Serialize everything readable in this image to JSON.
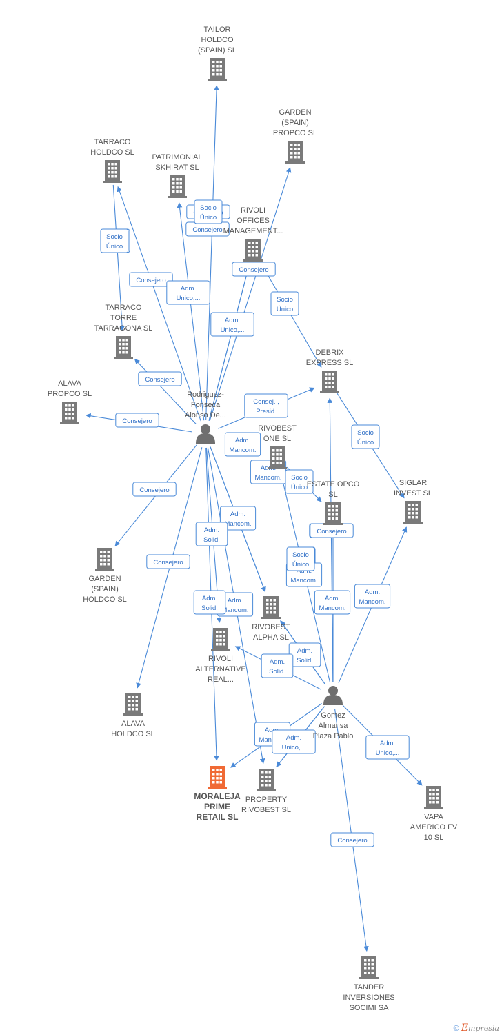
{
  "diagram": {
    "nodes": [
      {
        "id": "tailor",
        "type": "company",
        "lines": [
          "TAILOR",
          "HOLDCO",
          "(SPAIN)  SL"
        ]
      },
      {
        "id": "garden_propco",
        "type": "company",
        "lines": [
          "GARDEN",
          "(SPAIN)",
          "PROPCO  SL"
        ]
      },
      {
        "id": "tarraco_holdco",
        "type": "company",
        "lines": [
          "TARRACO",
          "HOLDCO  SL"
        ]
      },
      {
        "id": "patrimonial",
        "type": "company",
        "lines": [
          "PATRIMONIAL",
          "SKHIRAT  SL"
        ]
      },
      {
        "id": "rivoli_offices",
        "type": "company",
        "lines": [
          "RIVOLI",
          "OFFICES",
          "MANAGEMENT..."
        ]
      },
      {
        "id": "tarraco_torre",
        "type": "company",
        "lines": [
          "TARRACO",
          "TORRE",
          "TARRAGONA  SL"
        ]
      },
      {
        "id": "debrix",
        "type": "company",
        "lines": [
          "DEBRIX",
          "EXPRESS  SL"
        ]
      },
      {
        "id": "alava_propco",
        "type": "company",
        "lines": [
          "ALAVA",
          "PROPCO  SL"
        ]
      },
      {
        "id": "person1",
        "type": "person",
        "lines": [
          "Rodriguez-",
          "Fonseca",
          "Alonso De..."
        ]
      },
      {
        "id": "rivobest_one",
        "type": "company",
        "lines": [
          "RIVOBEST",
          "ONE  SL"
        ]
      },
      {
        "id": "siglar",
        "type": "company",
        "lines": [
          "SIGLAR",
          "INVEST  SL"
        ]
      },
      {
        "id": "estate_opco",
        "type": "company",
        "lines": [
          "ESTATE OPCO",
          "SL"
        ]
      },
      {
        "id": "garden_holdco",
        "type": "company",
        "lines": [
          "GARDEN",
          "(SPAIN)",
          "HOLDCO  SL"
        ]
      },
      {
        "id": "rivobest_alpha",
        "type": "company",
        "lines": [
          "RIVOBEST",
          "ALPHA  SL"
        ]
      },
      {
        "id": "rivoli_alt",
        "type": "company",
        "lines": [
          "RIVOLI",
          "ALTERNATIVE",
          "REAL..."
        ]
      },
      {
        "id": "alava_holdco",
        "type": "company",
        "lines": [
          "ALAVA",
          "HOLDCO  SL"
        ]
      },
      {
        "id": "person2",
        "type": "person",
        "lines": [
          "Gomez",
          "Almansa",
          "Plaza Pablo"
        ]
      },
      {
        "id": "moraleja",
        "type": "company",
        "main": true,
        "lines": [
          "MORALEJA",
          "PRIME",
          "RETAIL  SL"
        ]
      },
      {
        "id": "property_rivobest",
        "type": "company",
        "lines": [
          "PROPERTY",
          "RIVOBEST  SL"
        ]
      },
      {
        "id": "vapa",
        "type": "company",
        "lines": [
          "VAPA",
          "AMERICO FV",
          "10  SL"
        ]
      },
      {
        "id": "tander",
        "type": "company",
        "lines": [
          "TANDER",
          "INVERSIONES",
          "SOCIMI SA"
        ]
      }
    ],
    "edge_labels": [
      {
        "lines": [
          "Socio",
          "Único"
        ]
      },
      {
        "lines": [
          "Consejero"
        ]
      },
      {
        "lines": [
          "Socio",
          "Único"
        ]
      },
      {
        "lines": [
          "Consejero"
        ]
      },
      {
        "lines": [
          "Consejero"
        ]
      },
      {
        "lines": [
          "Adm.",
          "Unico,..."
        ]
      },
      {
        "lines": [
          "Socio",
          "Único"
        ]
      },
      {
        "lines": [
          "Adm.",
          "Unico,..."
        ]
      },
      {
        "lines": [
          "Consejero"
        ]
      },
      {
        "lines": [
          "Consej. ,",
          "Presid."
        ]
      },
      {
        "lines": [
          "Consejero"
        ]
      },
      {
        "lines": [
          "Adm.",
          "Mancom."
        ]
      },
      {
        "lines": [
          "Socio",
          "Único"
        ]
      },
      {
        "lines": [
          "Adm.",
          "Mancom."
        ]
      },
      {
        "lines": [
          "Socio",
          "Único"
        ]
      },
      {
        "lines": [
          "Consejero"
        ]
      },
      {
        "lines": [
          "Adm.",
          "Mancom."
        ]
      },
      {
        "lines": [
          "Adm.",
          "Solid."
        ]
      },
      {
        "lines": [
          "Consejero"
        ]
      },
      {
        "lines": [
          "Socio",
          "Único"
        ]
      },
      {
        "lines": [
          "Adm.",
          "Mancom."
        ]
      },
      {
        "lines": [
          "Adm.",
          "Mancom."
        ]
      },
      {
        "lines": [
          "Consejero"
        ]
      },
      {
        "lines": [
          "Adm.",
          "Mancom."
        ]
      },
      {
        "lines": [
          "Adm.",
          "Solid."
        ]
      },
      {
        "lines": [
          "Adm.",
          "Mancom."
        ]
      },
      {
        "lines": [
          "Adm.",
          "Solid."
        ]
      },
      {
        "lines": [
          "Adm.",
          "Solid."
        ]
      },
      {
        "lines": [
          "Adm.",
          "Mancom."
        ]
      },
      {
        "lines": [
          "Adm.",
          "Unico,..."
        ]
      },
      {
        "lines": [
          "Consejero"
        ]
      }
    ],
    "colors": {
      "edge": "#4a8ad8",
      "company": "#7a7a7a",
      "main_company": "#f06a35",
      "person": "#6f6f6f"
    }
  },
  "footer": {
    "copyright": "©",
    "brand_initial": "E",
    "brand_rest": "mpresia"
  }
}
